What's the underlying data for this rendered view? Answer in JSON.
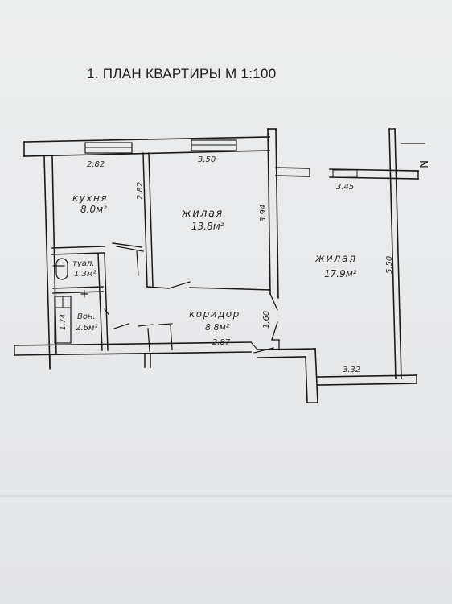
{
  "title": "1. ПЛАН КВАРТИРЫ  М 1:100",
  "rooms": {
    "kitchen": {
      "name": "кухня",
      "area": "8.0м²"
    },
    "living1": {
      "name": "жилая",
      "area": "13.8м²"
    },
    "living2": {
      "name": "жилая",
      "area": "17.9м²"
    },
    "toilet": {
      "name": "туал.",
      "area": "1.3м²"
    },
    "bath": {
      "name": "Вон.",
      "area": "2.6м²"
    },
    "corridor": {
      "name": "коридор",
      "area": "8.8м²"
    }
  },
  "dimensions": {
    "top_left": "2.82",
    "top_mid": "3.50",
    "top_right": "3.45",
    "kitchen_side": "2.82",
    "living1_side": "3.94",
    "right_side": "5.50",
    "door": "1.60",
    "bath_side": "1.74",
    "corridor_bottom": "2.87",
    "bottom_right": "3.32"
  },
  "compass": "N",
  "colors": {
    "ink": "#1b1b1b",
    "paper": "#e9eaec"
  }
}
